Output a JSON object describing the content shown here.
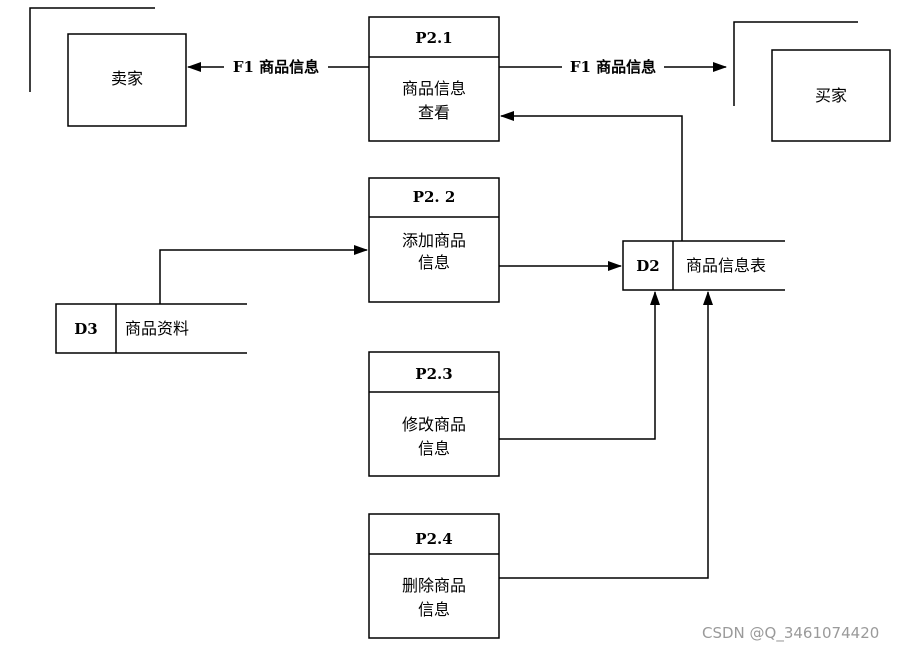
{
  "entities": {
    "seller": "卖家",
    "buyer": "买家"
  },
  "processes": {
    "p21": {
      "id": "P2.1",
      "line1": "商品信息",
      "line2": "查看"
    },
    "p22": {
      "id": "P2. 2",
      "line1": "添加商品",
      "line2": "信息"
    },
    "p23": {
      "id": "P2.3",
      "line1": "修改商品",
      "line2": "信息"
    },
    "p24": {
      "id": "P2.4",
      "line1": "删除商品",
      "line2": "信息"
    }
  },
  "stores": {
    "d2": {
      "id": "D2",
      "name": "商品信息表"
    },
    "d3": {
      "id": "D3",
      "name": "商品资料"
    }
  },
  "flows": {
    "to_seller": "F1 商品信息",
    "to_buyer": "F1 商品信息"
  },
  "watermark": "CSDN @Q_3461074420"
}
